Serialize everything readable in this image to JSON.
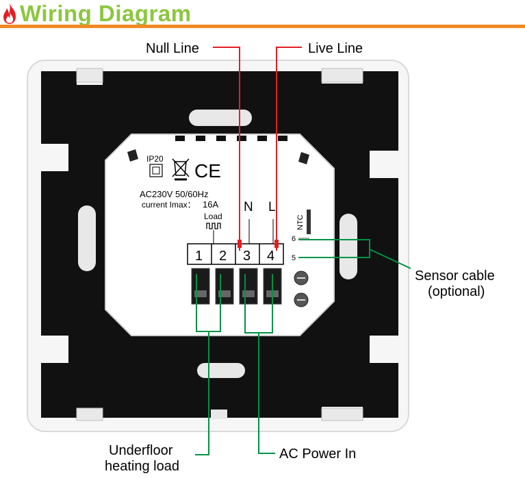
{
  "header": {
    "title": "Wiring Diagram",
    "icon": "flame-icon",
    "accent": "#f08a24",
    "title_color": "#8cc63f"
  },
  "callouts": {
    "null_line": "Null Line",
    "live_line": "Live Line",
    "sensor_cable": "Sensor cable",
    "sensor_optional": "(optional)",
    "underfloor": "Underfloor",
    "heating_load": "heating load",
    "ac_power_in": "AC Power In"
  },
  "device": {
    "ip_rating": "IP20",
    "voltage": "AC230V 50/60Hz",
    "current_label": "current Imax：",
    "current_value": "16A",
    "load_label": "Load",
    "n_label": "N",
    "l_label": "L",
    "ntc_label": "NTC",
    "ce_mark": "CE",
    "terminals": [
      "1",
      "2",
      "3",
      "4"
    ],
    "sensor_pins": [
      "6",
      "5"
    ]
  },
  "colors": {
    "red_line": "#e31e24",
    "green_line": "#009245",
    "plate": "#111111",
    "frame": "#f4f4f4"
  }
}
